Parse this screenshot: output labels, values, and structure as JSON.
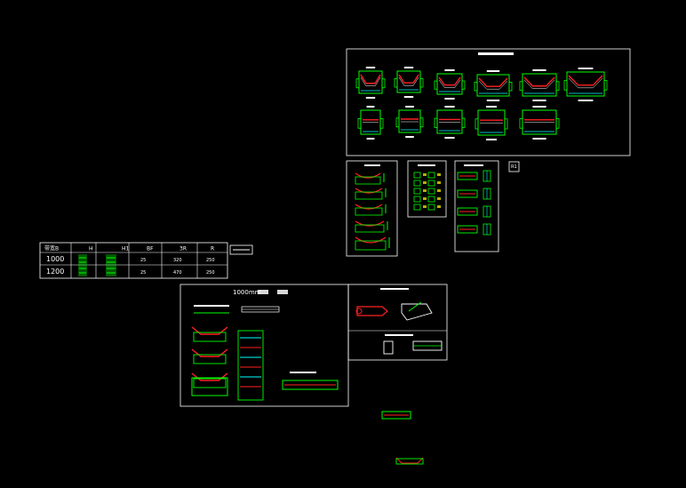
{
  "canvas": {
    "background": "#000000",
    "colors": {
      "frame": "#ffffff",
      "green": "#00ff00",
      "red": "#ff2020",
      "cyan": "#00ffff",
      "yellow": "#ffff00",
      "magenta": "#ff00ff"
    }
  },
  "spec_table": {
    "headers": [
      "带宽B",
      "H",
      "H1",
      "BF",
      "3R",
      "R"
    ],
    "rows": [
      {
        "width": "1000",
        "bf": "25",
        "r3": "320",
        "r": "250"
      },
      {
        "width": "1200",
        "bf": "25",
        "r3": "470",
        "r": "250"
      }
    ]
  },
  "drawing_1000": {
    "title": "1000mm"
  },
  "small_label": {
    "text": "R1"
  }
}
